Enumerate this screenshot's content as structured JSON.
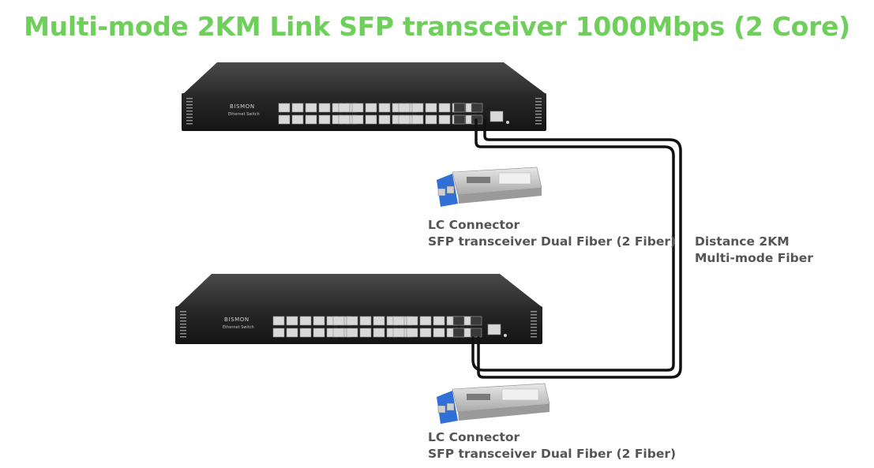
{
  "title": "Multi-mode 2KM Link SFP transceiver 1000Mbps (2 Core)",
  "switch_top": {
    "brand": "BISMON",
    "model": "Ethernet Switch"
  },
  "switch_bottom": {
    "brand": "BISMON",
    "model": "Ethernet Switch"
  },
  "transceiver_top": {
    "connector": "LC Connector",
    "description": "SFP transceiver Dual Fiber (2 Fiber)"
  },
  "transceiver_bottom": {
    "connector": "LC Connector",
    "description": "SFP transceiver Dual Fiber (2 Fiber)"
  },
  "link": {
    "distance": "Distance 2KM",
    "fiber_type": "Multi-mode Fiber"
  },
  "colors": {
    "title": "#6fcf5b",
    "label": "#555555",
    "cable": "#111111",
    "sfp_latch": "#2f6fd6"
  }
}
